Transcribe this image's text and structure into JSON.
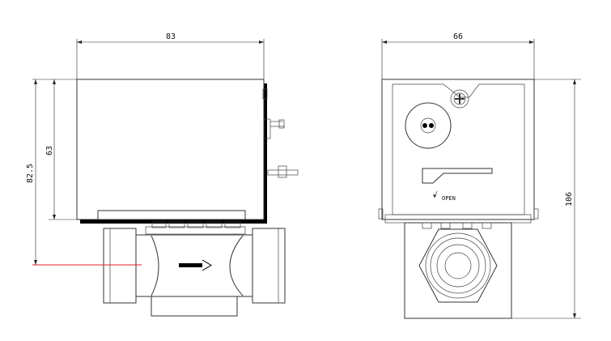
{
  "dimensions": {
    "left_width": "83",
    "right_width": "66",
    "left_outer_height": "82.5",
    "left_inner_height": "63",
    "right_height": "106"
  },
  "valve_label": "OPEN",
  "colors": {
    "line": "#333333",
    "shadow": "#000000",
    "marker": "#e0202a"
  },
  "icons": {
    "flow": "arrow-right-icon",
    "screw": "cross-screw-icon",
    "knob": "manual-knob-icon"
  }
}
